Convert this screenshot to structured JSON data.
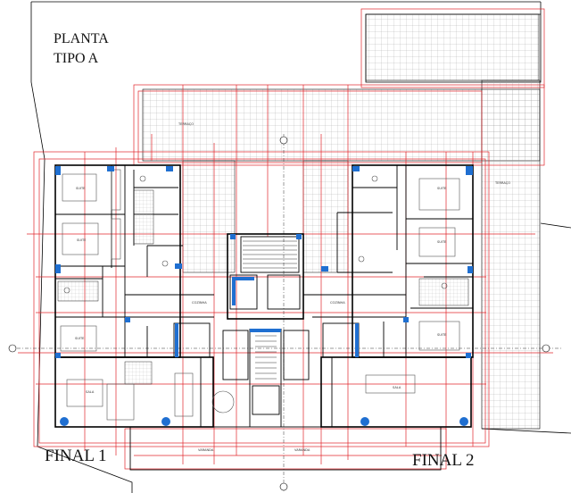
{
  "title": {
    "line1": "PLANTA",
    "line2": "TIPO A"
  },
  "units": {
    "left": "FINAL 1",
    "right": "FINAL 2"
  },
  "colors": {
    "background": "#ffffff",
    "walls": "#000000",
    "redlines": "#e0262b",
    "grid": "#8c8c8c",
    "columns": "#1f6fd1",
    "fixtures": "#555555"
  },
  "icons": {
    "column_marker": "blue-square",
    "drain_marker": "blue-circle",
    "axis_marker": "circle-cross"
  }
}
